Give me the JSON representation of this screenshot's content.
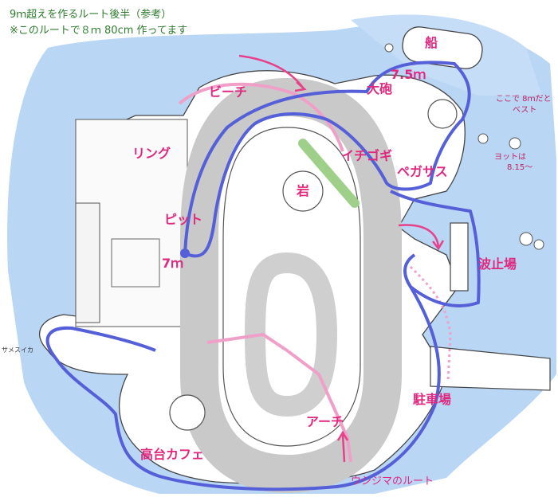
{
  "header": {
    "line1": "9ｍ超えを作るルート後半（参考）",
    "line2": "※このルートで８ｍ 80cm 作ってます"
  },
  "labels": {
    "ship": "船",
    "distance_75": "7.5ｍ",
    "cannon": "大砲",
    "beach": "ビーチ",
    "ring": "リング",
    "strawberry": "イチゴギ",
    "pegasus": "ペガサス",
    "rock": "岩",
    "pit": "ピット",
    "distance_7m": "7ｍ",
    "breakwater": "波止場",
    "parking": "駐車場",
    "arch": "アーチ",
    "hilltop_cafe": "高台カフェ",
    "ushijima_route": "ウシジマのルート"
  },
  "notes": {
    "here_8m": "ここで 8ｍだと",
    "best": "ベスト",
    "yacht": "ヨットは",
    "yacht_distance": "8.15～",
    "shark_swing": "サメスイカ"
  },
  "colors": {
    "sea": "#b9d6f5",
    "track": "#c9c9c9",
    "main_route": "#5560d8",
    "secondary_route": "#f0a0c8",
    "label_text": "#e0287f",
    "header_text": "#2e7d2e",
    "ride_marker": "#9ed08a"
  }
}
